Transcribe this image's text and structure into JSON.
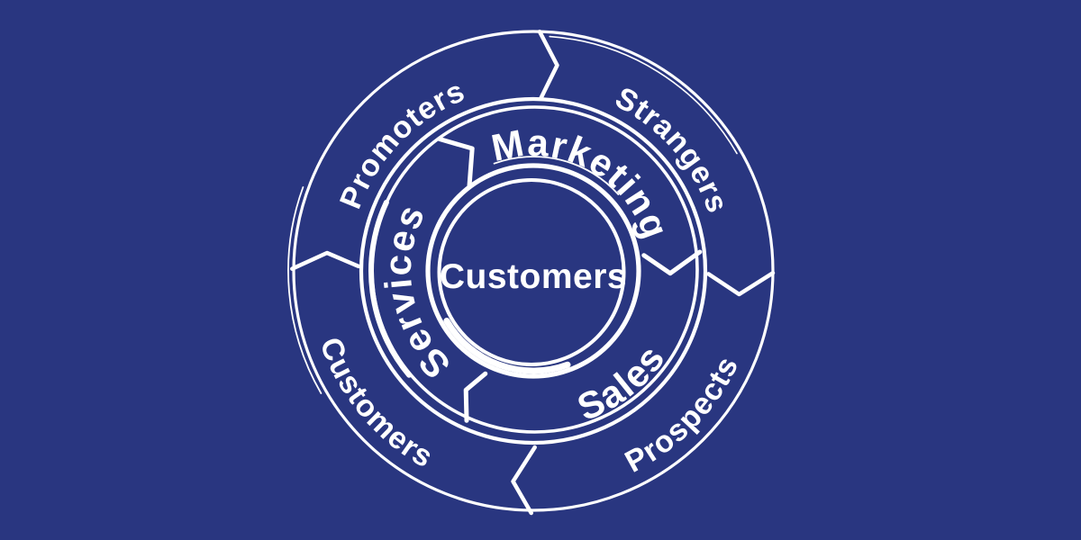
{
  "colors": {
    "background": "#293680",
    "line": "#ffffff",
    "text": "#ffffff"
  },
  "flywheel": {
    "center": {
      "label": "Customers"
    },
    "inner_ring": {
      "segments": [
        {
          "label": "Marketing"
        },
        {
          "label": "Sales"
        },
        {
          "label": "Services"
        }
      ]
    },
    "outer_ring": {
      "segments": [
        {
          "label": "Strangers"
        },
        {
          "label": "Prospects"
        },
        {
          "label": "Customers"
        },
        {
          "label": "Promoters"
        }
      ]
    }
  }
}
